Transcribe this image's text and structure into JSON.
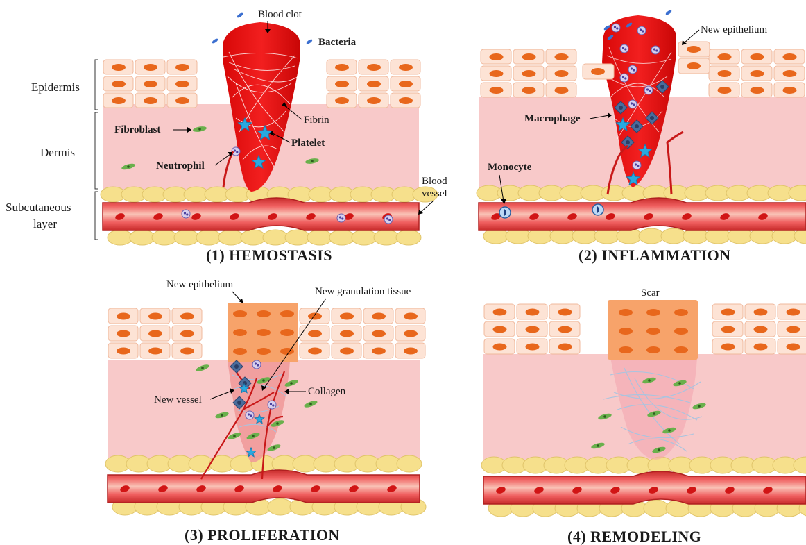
{
  "side_labels": {
    "epidermis": "Epidermis",
    "dermis": "Dermis",
    "subcutaneous_line1": "Subcutaneous",
    "subcutaneous_line2": "layer"
  },
  "panels": {
    "hemostasis": {
      "title": "(1)  HEMOSTASIS",
      "blood_clot": "Blood clot",
      "bacteria": "Bacteria",
      "fibroblast": "Fibroblast",
      "fibrin": "Fibrin",
      "platelet": "Platelet",
      "neutrophil": "Neutrophil",
      "blood_vessel_line1": "Blood",
      "blood_vessel_line2": "vessel"
    },
    "inflammation": {
      "title": "(2)  INFLAMMATION",
      "new_epithelium": "New epithelium",
      "macrophage": "Macrophage",
      "monocyte": "Monocyte"
    },
    "proliferation": {
      "title": "(3)  PROLIFERATION",
      "new_epithelium": "New epithelium",
      "new_granulation_tissue": "New granulation tissue",
      "new_vessel": "New vessel",
      "collagen": "Collagen"
    },
    "remodeling": {
      "title": "(4)  REMODELING",
      "scar": "Scar"
    }
  },
  "colors": {
    "epidermis_cell": "#fde3d5",
    "nucleus": "#e8671c",
    "dermis": "#f8c9c9",
    "fat": "#f6e08c",
    "vessel_wall": "#e03a3a",
    "vessel_lumen": "#f9b0a8",
    "clot": "#e01010",
    "new_epithelium": "#f7a36a",
    "fibroblast": "#6ab04c",
    "platelet": "#29a9e0",
    "macrophage": "#4a6d9c"
  }
}
